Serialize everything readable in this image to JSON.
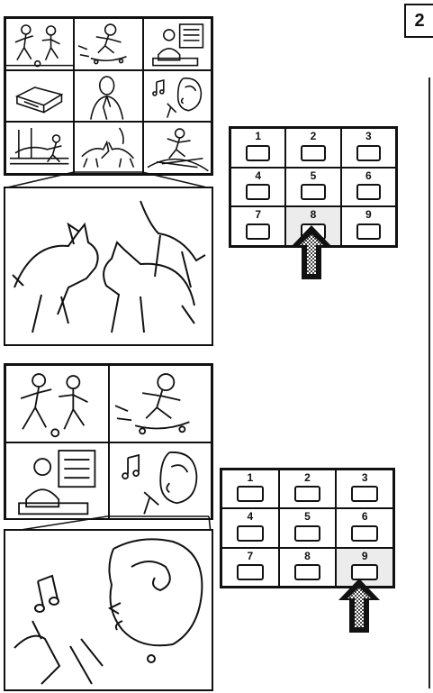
{
  "page": {
    "number": "2"
  },
  "figure1": {
    "thumbnails": [
      "soccer-players",
      "skateboarder",
      "news-anchor",
      "vcr-device",
      "man-in-suit",
      "singer",
      "fallen-player",
      "dogs-fighting",
      "skier"
    ],
    "enlarged": "dogs-fighting",
    "keypad": {
      "keys": [
        "1",
        "2",
        "3",
        "4",
        "5",
        "6",
        "7",
        "8",
        "9"
      ],
      "pressed": "8"
    }
  },
  "figure2": {
    "thumbnails": [
      "soccer-players",
      "skateboarder",
      "news-anchor",
      "singer"
    ],
    "enlarged": "singer",
    "keypad": {
      "keys": [
        "1",
        "2",
        "3",
        "4",
        "5",
        "6",
        "7",
        "8",
        "9"
      ],
      "pressed": "9"
    }
  }
}
